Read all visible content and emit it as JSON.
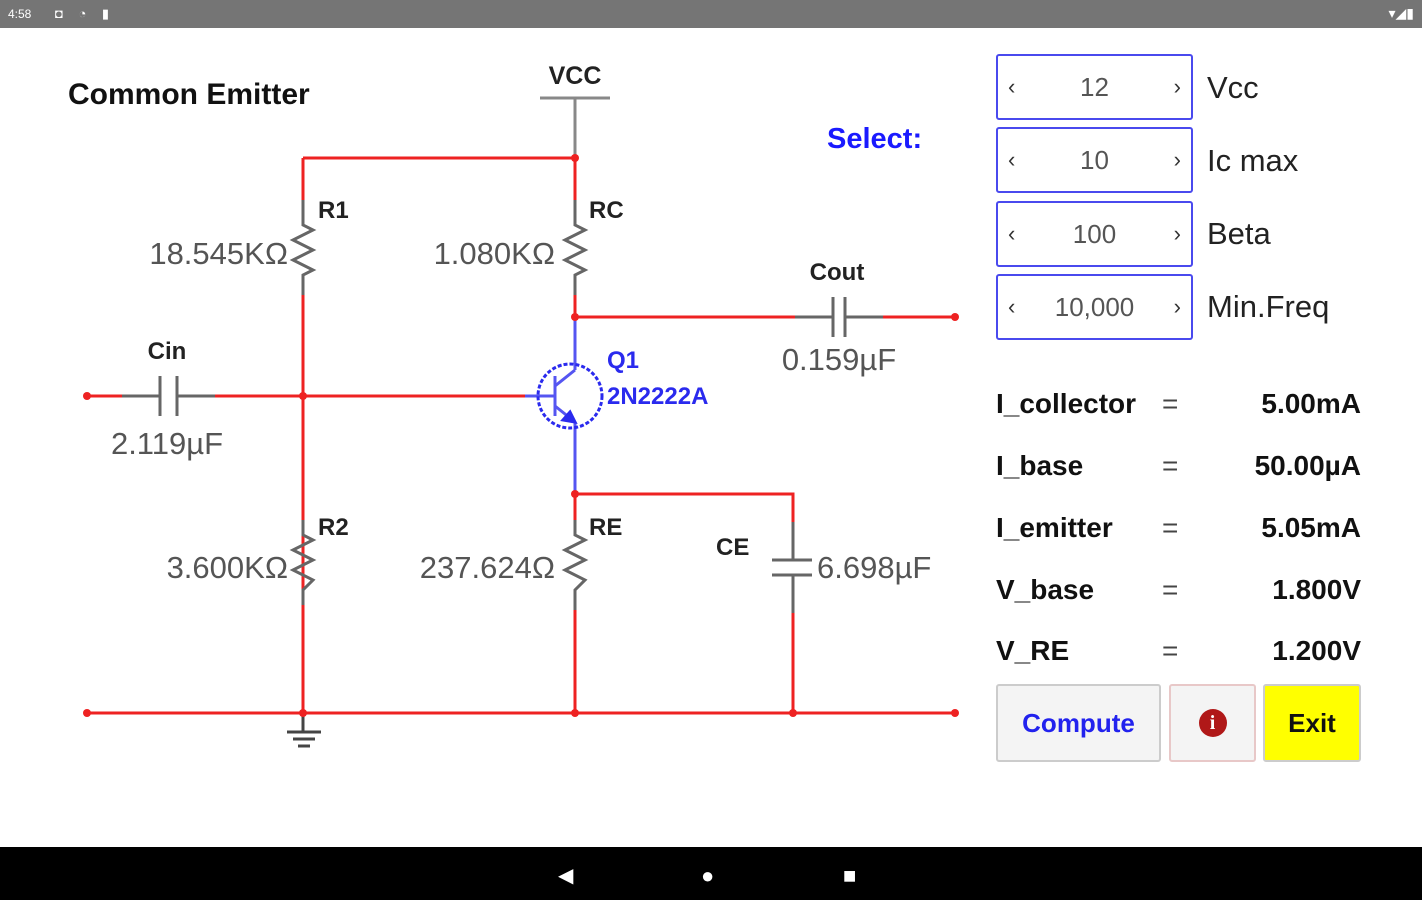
{
  "status_bar": {
    "time": "4:58",
    "left_icons": "◘ ◔ ▮",
    "right_icons": "▾◢▮"
  },
  "title": "Common Emitter",
  "select_label": "Select:",
  "circuit": {
    "vcc": "VCC",
    "r1": {
      "name": "R1",
      "value": "18.545KΩ"
    },
    "rc": {
      "name": "RC",
      "value": "1.080KΩ"
    },
    "r2": {
      "name": "R2",
      "value": "3.600KΩ"
    },
    "re": {
      "name": "RE",
      "value": "237.624Ω"
    },
    "cin": {
      "name": "Cin",
      "value": "2.119µF"
    },
    "cout": {
      "name": "Cout",
      "value": "0.159µF"
    },
    "ce": {
      "name": "CE",
      "value": "6.698µF"
    },
    "q1": {
      "name": "Q1",
      "part": "2N2222A"
    },
    "colors": {
      "wire": "#ee2222",
      "transistor": "#2a2aee",
      "part": "#666666"
    }
  },
  "inputs": [
    {
      "value": "12",
      "label": "Vcc"
    },
    {
      "value": "10",
      "label": "Ic max"
    },
    {
      "value": "100",
      "label": "Beta"
    },
    {
      "value": "10,000",
      "label": "Min.Freq"
    }
  ],
  "spinner": {
    "prev": "‹",
    "next": "›"
  },
  "results": [
    {
      "name": "I_collector",
      "eq": "=",
      "value": "5.00mA"
    },
    {
      "name": "I_base",
      "eq": "=",
      "value": "50.00µA"
    },
    {
      "name": "I_emitter",
      "eq": "=",
      "value": "5.05mA"
    },
    {
      "name": "V_base",
      "eq": "=",
      "value": "1.800V"
    },
    {
      "name": "V_RE",
      "eq": "=",
      "value": "1.200V"
    }
  ],
  "buttons": {
    "compute": "Compute",
    "info": "i",
    "exit": "Exit"
  },
  "nav": {
    "back": "◀",
    "home": "●",
    "recents": "■"
  }
}
